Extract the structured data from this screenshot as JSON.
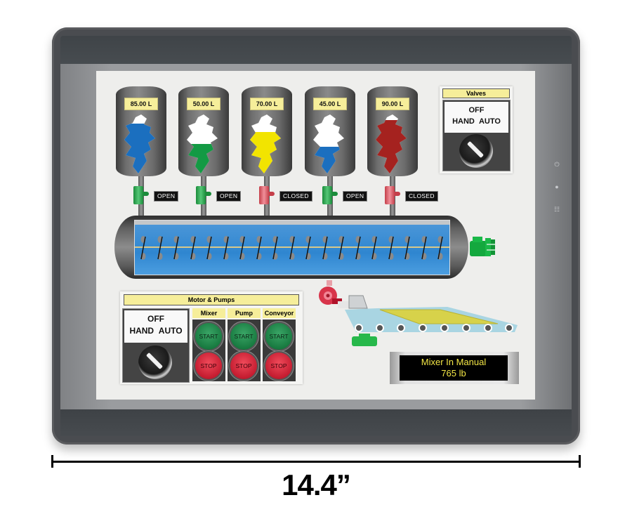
{
  "tanks": [
    {
      "level": "85.00 L",
      "fill_color": "#1b6fbf",
      "fill_fraction": 0.85,
      "valve_state": "OPEN"
    },
    {
      "level": "50.00 L",
      "fill_color": "#139a44",
      "fill_fraction": 0.5,
      "valve_state": "OPEN"
    },
    {
      "level": "70.00 L",
      "fill_color": "#f2e400",
      "fill_fraction": 0.7,
      "valve_state": "CLOSED"
    },
    {
      "level": "45.00 L",
      "fill_color": "#1b6fbf",
      "fill_fraction": 0.45,
      "valve_state": "OPEN"
    },
    {
      "level": "90.00 L",
      "fill_color": "#a5221f",
      "fill_fraction": 0.9,
      "valve_state": "CLOSED"
    }
  ],
  "valves_panel": {
    "title": "Valves",
    "selector_top": "OFF",
    "selector_left": "HAND",
    "selector_right": "AUTO"
  },
  "motor_pumps_panel": {
    "title": "Motor & Pumps",
    "selector_top": "OFF",
    "selector_left": "HAND",
    "selector_right": "AUTO",
    "columns": [
      {
        "label": "Mixer",
        "start": "START",
        "stop": "STOP"
      },
      {
        "label": "Pump",
        "start": "START",
        "stop": "STOP"
      },
      {
        "label": "Conveyor",
        "start": "START",
        "stop": "STOP"
      }
    ]
  },
  "status_display": {
    "line1": "Mixer In Manual",
    "line2": "765 lb"
  },
  "side_indicators": [
    "power-icon",
    "status-led-icon",
    "network-icon"
  ],
  "dimension_label": "14.4”",
  "colors": {
    "label_yellow": "#f6ee9a",
    "valve_open": "#1b8c3b",
    "valve_closed": "#c53f4a",
    "display_text": "#f3e646",
    "bezel": "#4a4c50"
  }
}
